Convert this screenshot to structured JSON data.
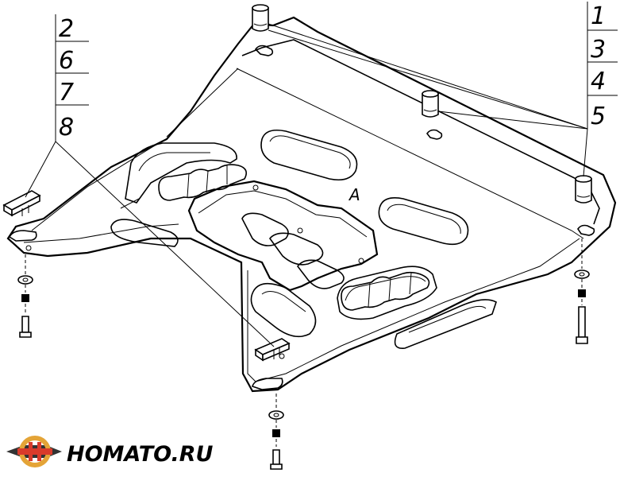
{
  "callouts_left": [
    "2",
    "6",
    "7",
    "8"
  ],
  "callouts_right": [
    "1",
    "3",
    "4",
    "5"
  ],
  "plate_mark": "A",
  "brand": {
    "name": "HOMATO.RU",
    "logo_colors": {
      "ring": "#e4a437",
      "bar": "#d93b2b",
      "dark": "#333333"
    }
  }
}
